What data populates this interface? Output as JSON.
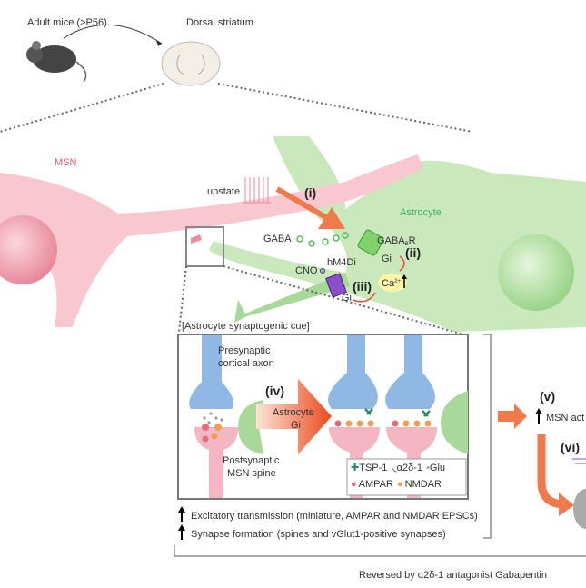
{
  "top": {
    "mouse_label": "Adult mice (>P56)",
    "brain_label": "Dorsal striatum"
  },
  "cells": {
    "msn_label": "MSN",
    "astrocyte_label": "Astrocyte",
    "upstate_label": "upstate"
  },
  "steps": {
    "i": "(i)",
    "ii": "(ii)",
    "iii": "(iii)",
    "iv": "(iv)",
    "v": "(v)",
    "vi": "(vi)"
  },
  "signaling": {
    "gaba": "GABA",
    "gabab_r": "GABA",
    "gabab_sub": "B",
    "gabab_r_suffix": "R",
    "gi_1": "Gi",
    "gi_2": "Gi",
    "cno": "CNO",
    "hm4di": "hM4Di",
    "calcium": "Ca",
    "calcium_sup": "2+"
  },
  "inset": {
    "title": "[Astrocyte synaptogenic cue]",
    "presynaptic_line1": "Presynaptic",
    "presynaptic_line2": "cortical axon",
    "postsynaptic_line1": "Postsynaptic",
    "postsynaptic_line2": "MSN spine",
    "arrow_line1": "Astrocyte",
    "arrow_line2": "Gi",
    "legend": {
      "tsp1": "TSP-1",
      "a2d1": "α2δ-1",
      "glu": "Glu",
      "ampar": "AMPAR",
      "nmdar": "NMDAR"
    }
  },
  "outcomes": {
    "excitatory": "Excitatory transmission (miniature, AMPAR and NMDAR EPSCs)",
    "synapse": "Synapse formation (spines and vGlut1-positive synapses)",
    "msn_activity": "MSN act",
    "reversed": "Reversed by α2δ-1 antagonist Gabapentin"
  },
  "colors": {
    "msn": "#f4b6c2",
    "astrocyte": "#a8d89a",
    "presynaptic": "#8fb8e4",
    "arrow": "#f07a4c",
    "msn_label": "#e05a6a",
    "astrocyte_label": "#3fae6a"
  }
}
